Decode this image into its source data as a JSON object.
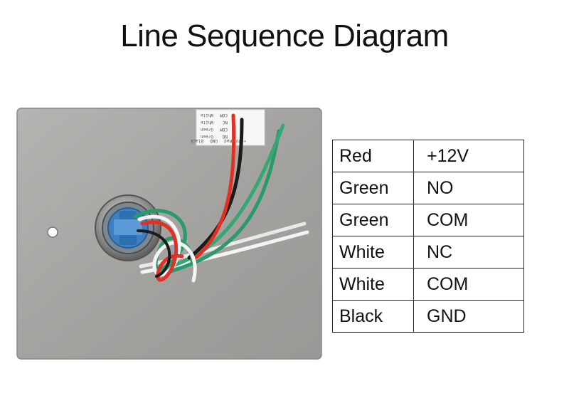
{
  "title": "Line Sequence Diagram",
  "wiring": [
    {
      "wire": "Red",
      "signal": "+12V"
    },
    {
      "wire": "Green",
      "signal": "NO"
    },
    {
      "wire": "Green",
      "signal": "COM"
    },
    {
      "wire": "White",
      "signal": "NC"
    },
    {
      "wire": "White",
      "signal": "COM"
    },
    {
      "wire": "Black",
      "signal": "GND"
    }
  ],
  "label_sticker": [
    "COM",
    "White",
    "NC",
    "White",
    "COM",
    "Green",
    "NO",
    "Green",
    "+12V",
    "Red",
    "GND",
    "Black"
  ],
  "colors": {
    "red_wire": "#e03127",
    "green_wire": "#2a9a6a",
    "white_wire": "#f4f4f4",
    "black_wire": "#1b1b1b",
    "plate": "#a8a6a3"
  }
}
